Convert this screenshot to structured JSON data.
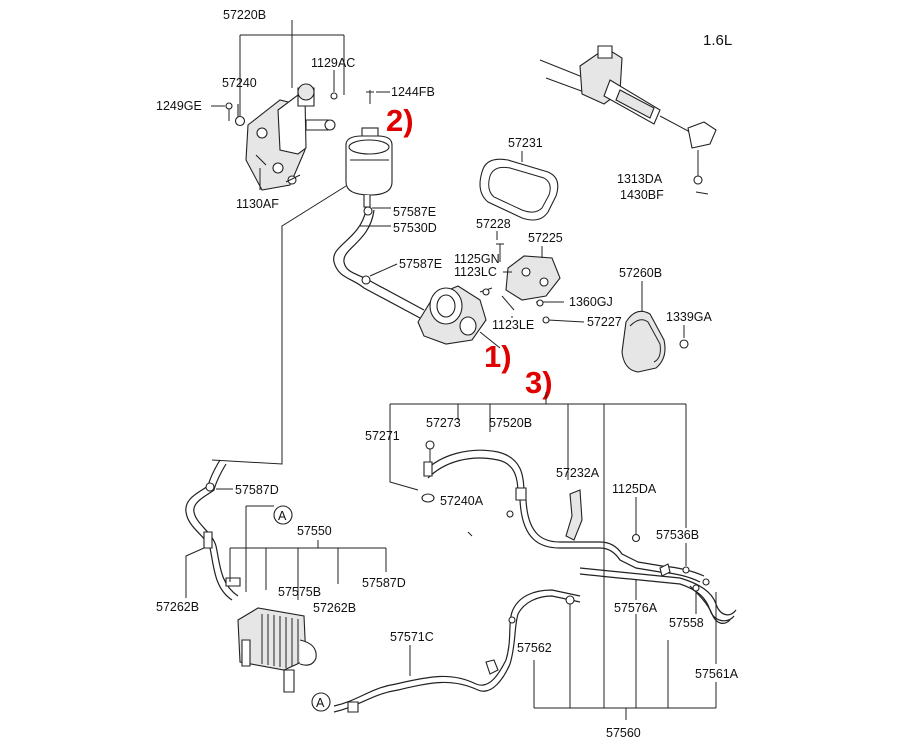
{
  "engine": "1.6L",
  "markers": {
    "pump": "1)",
    "reservoir": "2)",
    "hoses": "3)"
  },
  "callouts": {
    "57220B": "57220B",
    "1129AC": "1129AC",
    "57240": "57240",
    "1249GE": "1249GE",
    "1130AF": "1130AF",
    "1244FB": "1244FB",
    "57587E_top": "57587E",
    "57530D": "57530D",
    "57587E_mid": "57587E",
    "57231": "57231",
    "57228": "57228",
    "57225": "57225",
    "1125GN": "1125GN",
    "1123LC": "1123LC",
    "1360GJ": "1360GJ",
    "1123LE": "1123LE",
    "57227": "57227",
    "57260B": "57260B",
    "1339GA": "1339GA",
    "1313DA": "1313DA",
    "1430BF": "1430BF",
    "57271": "57271",
    "57273": "57273",
    "57520B": "57520B",
    "57232A": "57232A",
    "57240A": "57240A",
    "1125DA": "1125DA",
    "57536B": "57536B",
    "57587D_left": "57587D",
    "57550": "57550",
    "57262B_left": "57262B",
    "57575B": "57575B",
    "57262B_mid": "57262B",
    "57587D_mid": "57587D",
    "57571C": "57571C",
    "57562": "57562",
    "57576A": "57576A",
    "57558": "57558",
    "57561A": "57561A",
    "57560": "57560"
  },
  "connectors": {
    "a_top": "A",
    "a_bottom": "A"
  }
}
